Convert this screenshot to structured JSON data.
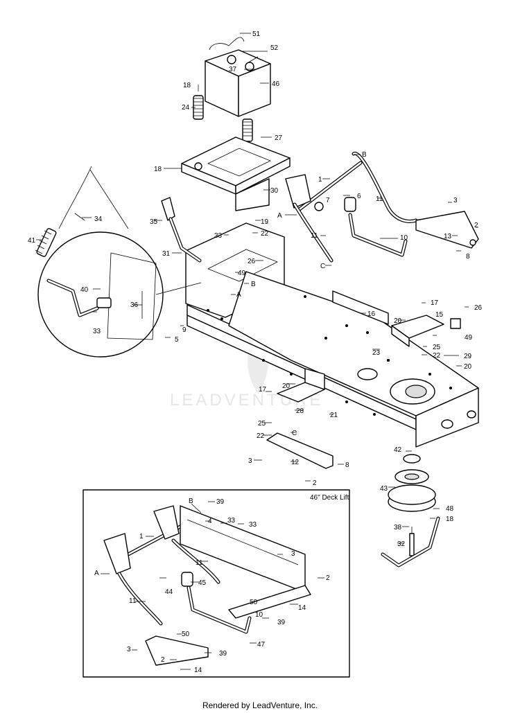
{
  "watermark": "LEADVENTURE",
  "inset_title": "46\" Deck Lift",
  "footer": "Rendered by LeadVenture, Inc.",
  "main_callouts": [
    {
      "id": "c51",
      "text": "51"
    },
    {
      "id": "c52",
      "text": "52"
    },
    {
      "id": "c37",
      "text": "37"
    },
    {
      "id": "c46",
      "text": "46"
    },
    {
      "id": "c18a",
      "text": "18"
    },
    {
      "id": "c24",
      "text": "24"
    },
    {
      "id": "c27",
      "text": "27"
    },
    {
      "id": "c18b",
      "text": "18"
    },
    {
      "id": "c30",
      "text": "30"
    },
    {
      "id": "cB1",
      "text": "B"
    },
    {
      "id": "c1",
      "text": "1"
    },
    {
      "id": "c6",
      "text": "6"
    },
    {
      "id": "c7",
      "text": "7"
    },
    {
      "id": "cA1",
      "text": "A"
    },
    {
      "id": "c11a",
      "text": "11"
    },
    {
      "id": "c3a",
      "text": "3"
    },
    {
      "id": "c2a",
      "text": "2"
    },
    {
      "id": "c13",
      "text": "13"
    },
    {
      "id": "c8a",
      "text": "8"
    },
    {
      "id": "c10",
      "text": "10"
    },
    {
      "id": "c11b",
      "text": "11"
    },
    {
      "id": "cC1",
      "text": "C"
    },
    {
      "id": "c34",
      "text": "34"
    },
    {
      "id": "c41",
      "text": "41"
    },
    {
      "id": "c35",
      "text": "35"
    },
    {
      "id": "c19",
      "text": "19"
    },
    {
      "id": "c33a",
      "text": "33"
    },
    {
      "id": "c22a",
      "text": "22"
    },
    {
      "id": "c31",
      "text": "31"
    },
    {
      "id": "c26a",
      "text": "26"
    },
    {
      "id": "c49a",
      "text": "49"
    },
    {
      "id": "cB2",
      "text": "B"
    },
    {
      "id": "cA2",
      "text": "A"
    },
    {
      "id": "c40",
      "text": "40"
    },
    {
      "id": "c36",
      "text": "36"
    },
    {
      "id": "c33b",
      "text": "33"
    },
    {
      "id": "c9",
      "text": "9"
    },
    {
      "id": "c5",
      "text": "5"
    },
    {
      "id": "c16",
      "text": "16"
    },
    {
      "id": "c17a",
      "text": "17"
    },
    {
      "id": "c26b",
      "text": "26"
    },
    {
      "id": "c20a",
      "text": "20"
    },
    {
      "id": "c15",
      "text": "15"
    },
    {
      "id": "c49b",
      "text": "49"
    },
    {
      "id": "c23",
      "text": "23"
    },
    {
      "id": "c25a",
      "text": "25"
    },
    {
      "id": "c22b",
      "text": "22"
    },
    {
      "id": "c29",
      "text": "29"
    },
    {
      "id": "c20b",
      "text": "20"
    },
    {
      "id": "c17b",
      "text": "17"
    },
    {
      "id": "c20c",
      "text": "20"
    },
    {
      "id": "c28",
      "text": "28"
    },
    {
      "id": "c21",
      "text": "21"
    },
    {
      "id": "c25b",
      "text": "25"
    },
    {
      "id": "c22c",
      "text": "22"
    },
    {
      "id": "cC2",
      "text": "C"
    },
    {
      "id": "c3b",
      "text": "3"
    },
    {
      "id": "c12",
      "text": "12"
    },
    {
      "id": "c8b",
      "text": "8"
    },
    {
      "id": "c2b",
      "text": "2"
    },
    {
      "id": "c42",
      "text": "42"
    },
    {
      "id": "c43",
      "text": "43"
    },
    {
      "id": "c48",
      "text": "48"
    },
    {
      "id": "c18c",
      "text": "18"
    },
    {
      "id": "c38",
      "text": "38"
    },
    {
      "id": "c32",
      "text": "32"
    }
  ],
  "inset_callouts": [
    {
      "id": "iB",
      "text": "B"
    },
    {
      "id": "i39a",
      "text": "39"
    },
    {
      "id": "i4",
      "text": "4"
    },
    {
      "id": "i33a",
      "text": "33"
    },
    {
      "id": "i33b",
      "text": "33"
    },
    {
      "id": "i1",
      "text": "1"
    },
    {
      "id": "i3a",
      "text": "3"
    },
    {
      "id": "i11a",
      "text": "11"
    },
    {
      "id": "iA",
      "text": "A"
    },
    {
      "id": "i44",
      "text": "44"
    },
    {
      "id": "i45",
      "text": "45"
    },
    {
      "id": "i2a",
      "text": "2"
    },
    {
      "id": "i14a",
      "text": "14"
    },
    {
      "id": "i50a",
      "text": "50"
    },
    {
      "id": "i10",
      "text": "10"
    },
    {
      "id": "i39b",
      "text": "39"
    },
    {
      "id": "i11b",
      "text": "11"
    },
    {
      "id": "i50b",
      "text": "50"
    },
    {
      "id": "i47",
      "text": "47"
    },
    {
      "id": "i3b",
      "text": "3"
    },
    {
      "id": "i39c",
      "text": "39"
    },
    {
      "id": "i2b",
      "text": "2"
    },
    {
      "id": "i14b",
      "text": "14"
    }
  ]
}
